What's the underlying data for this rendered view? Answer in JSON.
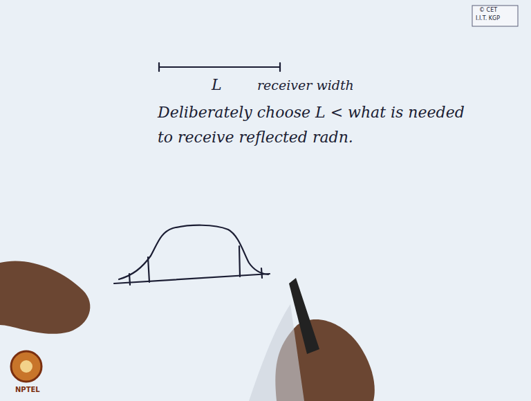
{
  "diagram": {
    "labels": [
      "L",
      "receiver width",
      "Deliberately choose L < what is needed",
      "to receive reflected radn.",
      "© CET",
      "I.I.T. KGP",
      "NPTEL"
    ]
  }
}
